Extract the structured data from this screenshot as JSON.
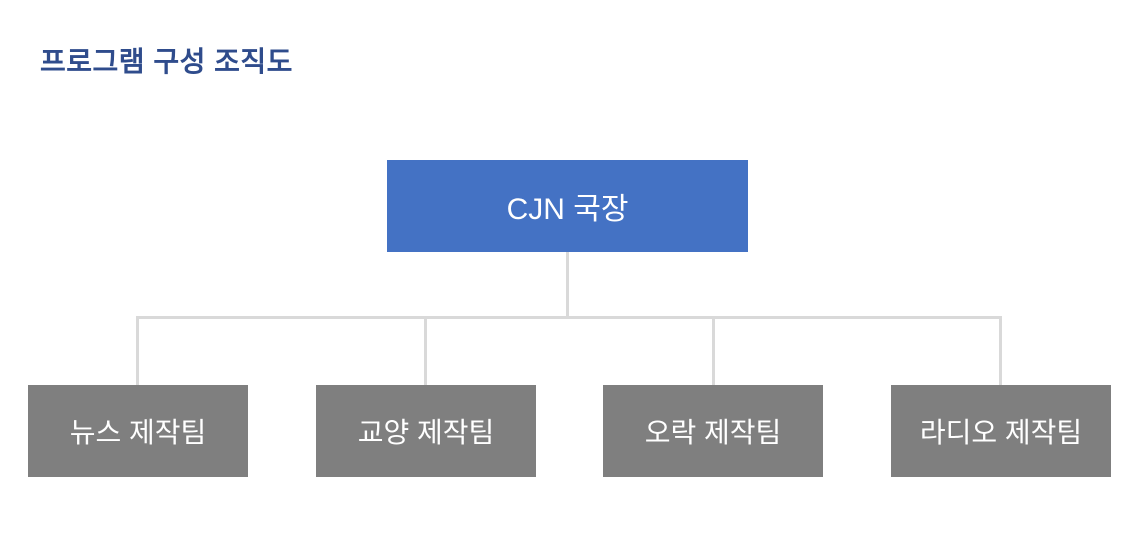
{
  "title": "프로그램 구성 조직도",
  "org_chart": {
    "root": {
      "label": "CJN 국장"
    },
    "teams": [
      {
        "label": "뉴스 제작팀"
      },
      {
        "label": "교양 제작팀"
      },
      {
        "label": "오락 제작팀"
      },
      {
        "label": "라디오 제작팀"
      }
    ]
  },
  "colors": {
    "background": "#FFFFFF",
    "title_text": "#2F4C8C",
    "root_fill": "#4472C4",
    "team_fill": "#7F7F7F",
    "connector": "#D9D9D9",
    "node_text": "#FFFFFF"
  }
}
